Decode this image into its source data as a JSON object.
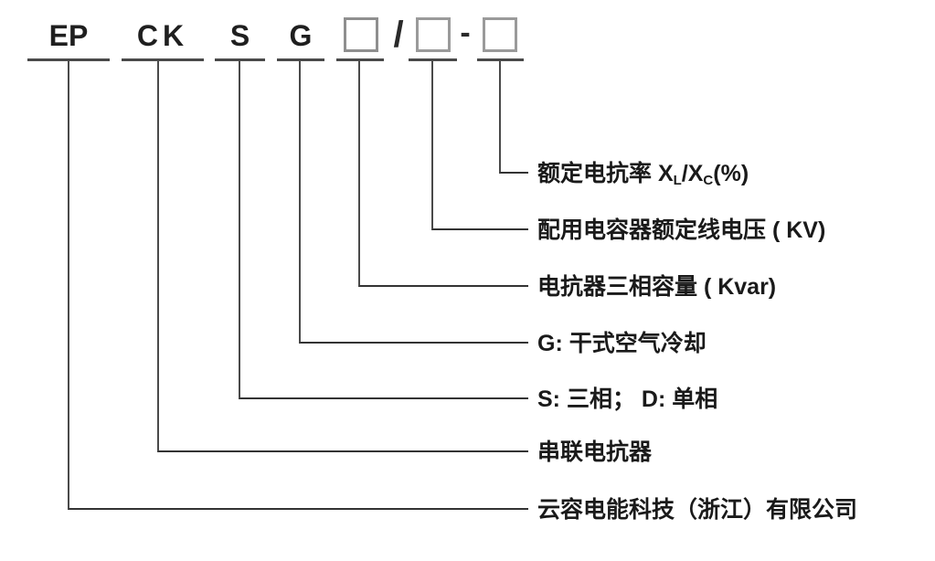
{
  "diagram": {
    "title_hidden": "",
    "code": {
      "letters": {
        "ep": "EP",
        "ck": "CK",
        "s": "S",
        "g": "G"
      },
      "separators": {
        "slash": "/",
        "dash": "-"
      },
      "box_count": 3
    },
    "legend": {
      "rated_reactance_rate": {
        "pre": "额定电抗率 X",
        "sub1": "L",
        "mid": "/X",
        "sub2": "C",
        "post": "(%)"
      },
      "capacitor_rated_line_voltage": "配用电容器额定线电压 ( KV)",
      "reactor_three_phase_capacity": "电抗器三相容量 ( Kvar)",
      "cooling": "G: 干式空气冷却",
      "phase": "S: 三相； D: 单相",
      "product_type": "串联电抗器",
      "company": "云容电能科技（浙江）有限公司"
    },
    "colors": {
      "line": "#4a4a4a",
      "branch_line": "#333333",
      "box_border": "#9a9a9a",
      "text": "#1a1a1a",
      "background": "#ffffff"
    }
  }
}
